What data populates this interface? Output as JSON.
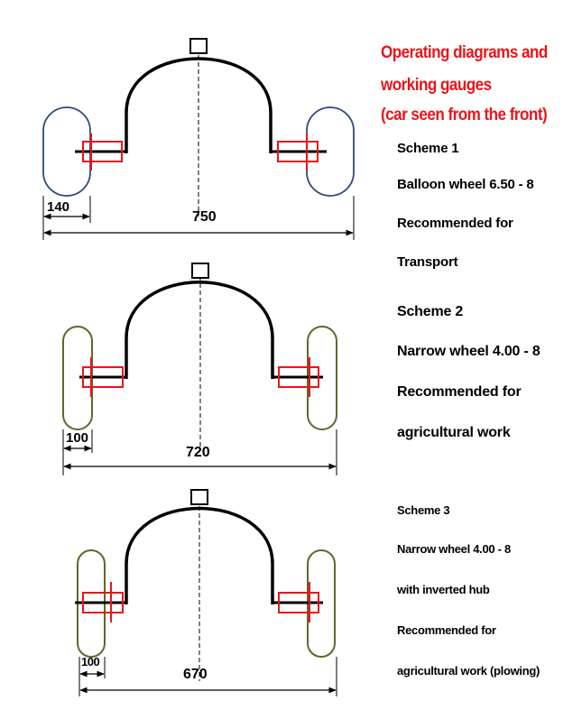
{
  "heading": {
    "line1": "Operating diagrams and",
    "line2": "working gauges",
    "line3": "(car seen from the front)"
  },
  "schemes": [
    {
      "title": "Scheme 1",
      "wheel": "Balloon wheel 6.50 - 8",
      "rec1": "Recommended for",
      "rec2": "Transport",
      "track": "750",
      "tyre_width": "140"
    },
    {
      "title": "Scheme 2",
      "wheel": "Narrow wheel 4.00 - 8",
      "rec1": "Recommended for",
      "rec2": "agricultural work",
      "track": "720",
      "tyre_width": "100"
    },
    {
      "title": "Scheme 3",
      "wheel": "Narrow wheel 4.00 - 8",
      "hub": "with inverted hub",
      "rec1": "Recommended for",
      "rec2": "agricultural work (plowing)",
      "track": "670",
      "tyre_width": "100"
    }
  ],
  "colors": {
    "heading": "#e8151b",
    "hub": "#e8151b",
    "balloon_tyre": "#2e4a7a",
    "narrow_tyre": "#5c6a2b",
    "frame": "#000000"
  }
}
